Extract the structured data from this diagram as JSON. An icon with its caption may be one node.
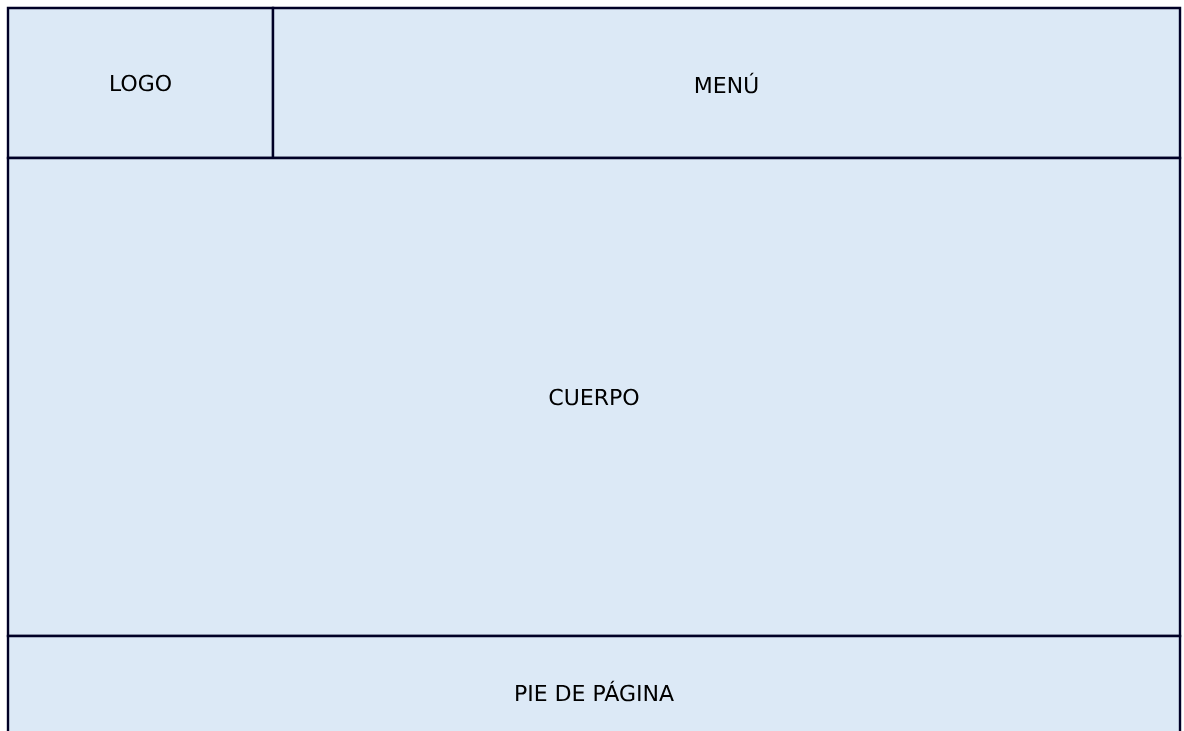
{
  "diagram": {
    "nodes": [
      {
        "text": [
          "LOGO"
        ]
      },
      {
        "text": [
          "MENÚ"
        ]
      },
      {
        "text": [
          "CUERPO"
        ]
      },
      {
        "text": [
          "PIE DE PÁGINA"
        ]
      }
    ]
  }
}
